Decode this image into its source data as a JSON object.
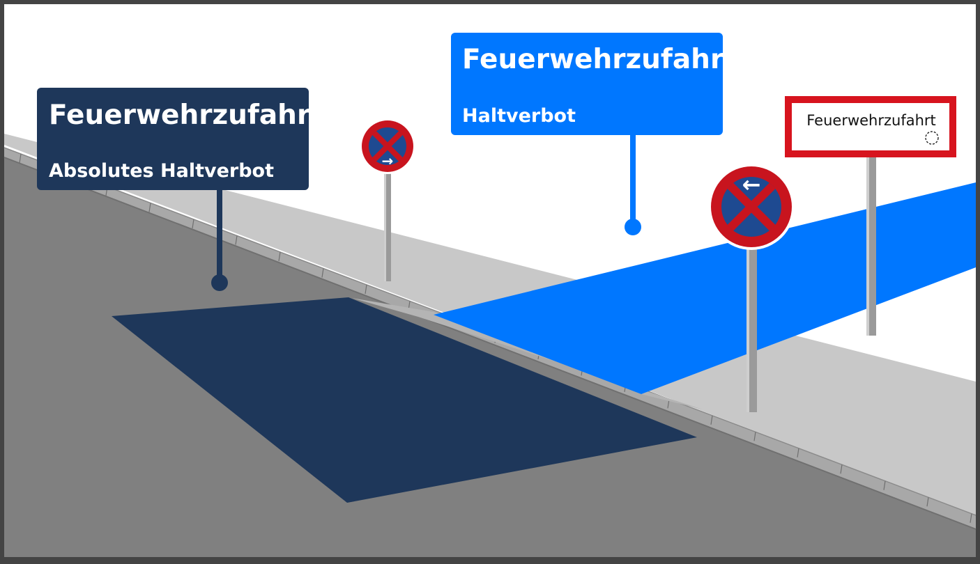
{
  "labels": {
    "left": {
      "title": "Feuerwehrzufahrt",
      "subtitle": "Absolutes Haltverbot"
    },
    "center": {
      "title": "Feuerwehrzufahrt",
      "subtitle": "Haltverbot"
    },
    "sign": {
      "title": "Feuerwehrzufahrt"
    }
  },
  "sign_arrows": {
    "left_sign": "→",
    "right_sign": "←"
  },
  "colors": {
    "frame": "#444444",
    "sky": "#ffffff",
    "road": "#808080",
    "sidewalk": "#c8c8c8",
    "curb": "#a8a8a8",
    "navy_zone": "#1e375a",
    "blue_zone": "#0077ff",
    "sign_red": "#c8141e",
    "sign_blue": "#1e4a91"
  }
}
